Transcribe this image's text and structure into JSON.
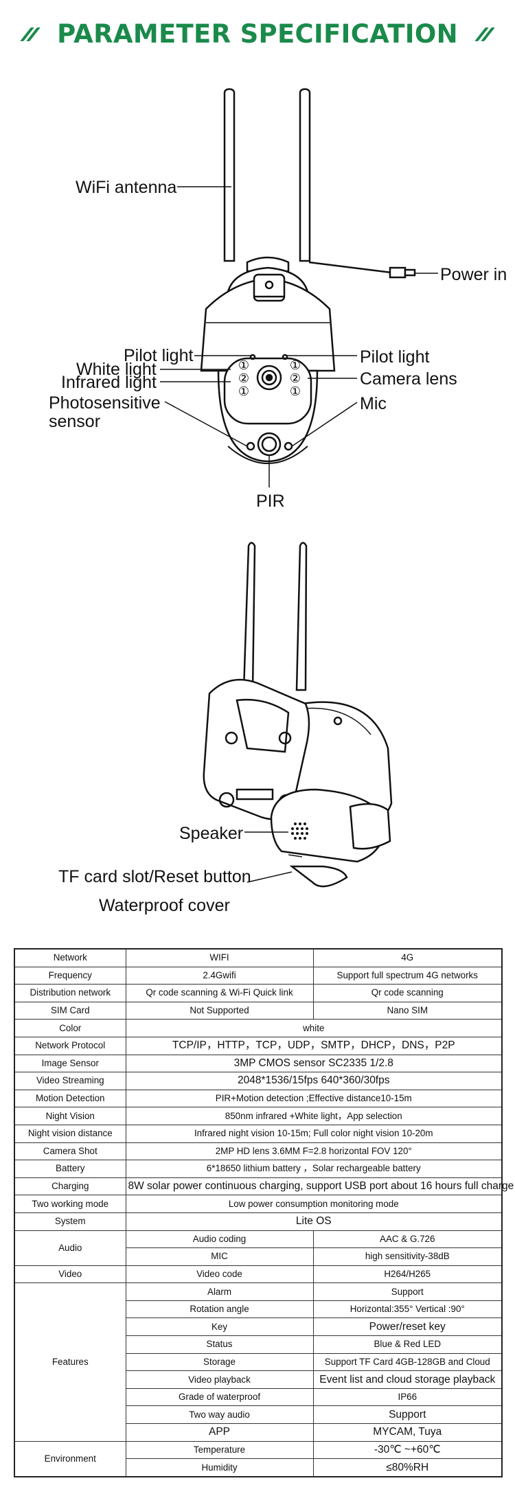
{
  "header": {
    "title": "PARAMETER SPECIFICATION"
  },
  "front_view": {
    "labels": {
      "wifi_antenna": "WiFi antenna",
      "power_in": "Power in",
      "pilot_light_left": "Pilot light",
      "pilot_light_right": "Pilot light",
      "white_light": "White light",
      "infrared_light": "Infrared light",
      "camera_lens": "Camera lens",
      "photosensitive_line1": "Photosensitive",
      "photosensitive_line2": "sensor",
      "mic": "Mic",
      "pir": "PIR"
    },
    "markers": {
      "one": "①",
      "two": "②"
    }
  },
  "rear_view": {
    "labels": {
      "speaker": "Speaker",
      "tf_card": "TF card slot/Reset button",
      "waterproof": "Waterproof cover"
    }
  },
  "spec_table": {
    "rows": [
      {
        "label": "Network",
        "c2": "WIFI",
        "c3": "4G"
      },
      {
        "label": "Frequency",
        "c2": "2.4Gwifi",
        "c3": "Support full spectrum 4G networks"
      },
      {
        "label": "Distribution network",
        "c2": "Qr code scanning & Wi-Fi Quick link",
        "c3": "Qr code scanning"
      },
      {
        "label": "SIM Card",
        "c2": "Not Supported",
        "c3": "Nano SIM"
      },
      {
        "label": "Color",
        "value": "white"
      },
      {
        "label": "Network Protocol",
        "value": "TCP/IP，HTTP，TCP，UDP，SMTP，DHCP，DNS，P2P"
      },
      {
        "label": "Image Sensor",
        "value": "3MP CMOS sensor SC2335 1/2.8"
      },
      {
        "label": "Video Streaming",
        "value": "2048*1536/15fps   640*360/30fps"
      },
      {
        "label": "Motion Detection",
        "value": "PIR+Motion detection ;Effective distance10-15m"
      },
      {
        "label": "Night Vision",
        "value": "850nm infrared +White light，App selection"
      },
      {
        "label": "Night vision distance",
        "value": "Infrared night vision 10-15m; Full color night vision 10-20m"
      },
      {
        "label": "Camera Shot",
        "value": "2MP HD lens 3.6MM    F=2.8 horizontal FOV 120°"
      },
      {
        "label": "Battery",
        "value": "6*18650 lithium battery  ，Solar rechargeable battery"
      },
      {
        "label": "Charging",
        "value": "8W solar power continuous charging, support USB port about 16 hours full charge"
      },
      {
        "label": "Two working mode",
        "value": "Low power consumption monitoring mode"
      },
      {
        "label": "System",
        "value": "Lite OS"
      }
    ],
    "audio": {
      "label": "Audio",
      "rows": [
        {
          "name": "Audio coding",
          "value": "AAC & G.726"
        },
        {
          "name": "MIC",
          "value": "high sensitivity-38dB"
        }
      ]
    },
    "video": {
      "label": "Video",
      "name": "Video code",
      "value": "H264/H265"
    },
    "features": {
      "label": "Features",
      "rows": [
        {
          "name": "Alarm",
          "value": "Support"
        },
        {
          "name": "Rotation angle",
          "value": "Horizontal:355° Vertical :90°"
        },
        {
          "name": "Key",
          "value": "Power/reset key"
        },
        {
          "name": "Status",
          "value": "Blue & Red LED"
        },
        {
          "name": "Storage",
          "value": "Support TF Card 4GB-128GB and Cloud"
        },
        {
          "name": "Video playback",
          "value": "Event list and cloud storage playback"
        },
        {
          "name": "Grade of waterproof",
          "value": "IP66"
        },
        {
          "name": "Two way audio",
          "value": "Support"
        },
        {
          "name": "APP",
          "value": "MYCAM, Tuya"
        }
      ]
    },
    "environment": {
      "label": "Environment",
      "rows": [
        {
          "name": "Temperature",
          "value": "-30℃  ~+60℃"
        },
        {
          "name": "Humidity",
          "value": "≤80%RH"
        }
      ]
    }
  }
}
